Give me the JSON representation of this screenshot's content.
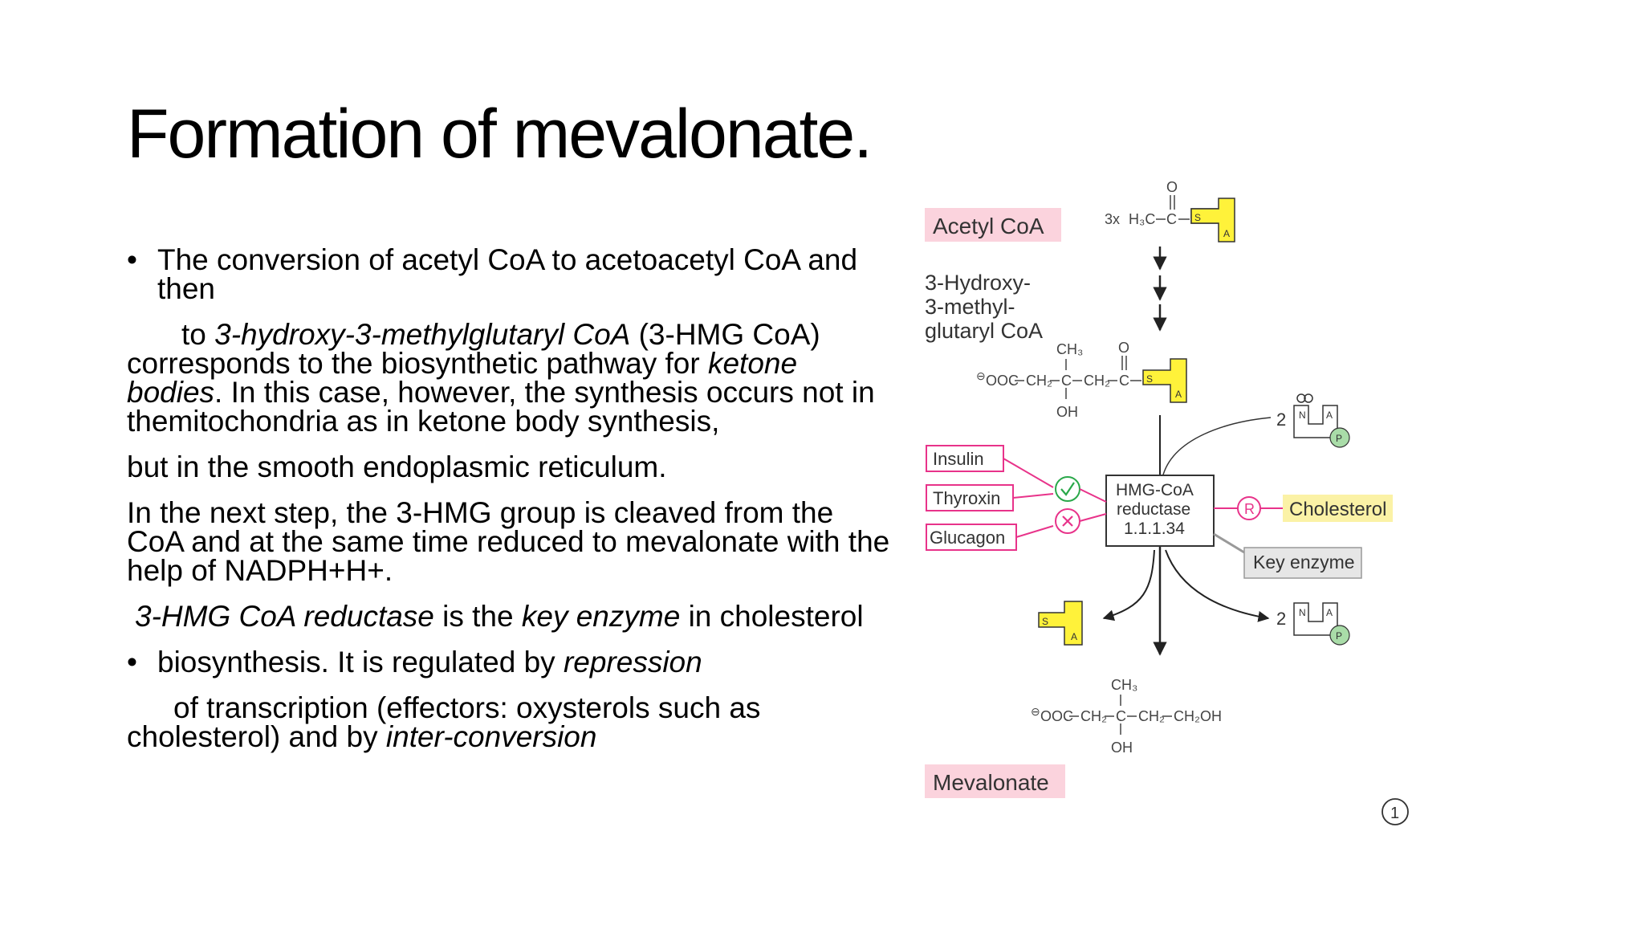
{
  "slide": {
    "title": "Formation of mevalonate."
  },
  "body": {
    "p1_bullet": "•",
    "p1_text": "The conversion of acetyl CoA to acetoacetyl CoA and then",
    "p2_a": "to ",
    "p2_b": "3-hydroxy-3-methylglutaryl CoA",
    "p2_c": " (3-HMG CoA) corresponds to the biosynthetic pathway  for ",
    "p2_d": "ketone bodies",
    "p2_e": ". In this case, however, the synthesis occurs not in themitochondria as in ketone body synthesis,",
    "p3": "but in the smooth endoplasmic reticulum.",
    "p4": "In the next step, the 3-HMG group is cleaved from the CoA and at the same time reduced to mevalonate with the help of NADPH+H+.",
    "p5_a": "3-HMG CoA reductase",
    "p5_b": " is the ",
    "p5_c": "key enzyme",
    "p5_d": " in cholesterol",
    "p6_bullet": "•",
    "p6_a": "biosynthesis. It is regulated by ",
    "p6_b": "repression",
    "p7_a": "of transcription (effectors: oxysterols such as cholesterol) and by ",
    "p7_b": "inter-conversion"
  },
  "diagram": {
    "acetyl_label": "Acetyl CoA",
    "hmg_label_1": "3-Hydroxy-",
    "hmg_label_2": "3-methyl-",
    "hmg_label_3": "glutaryl CoA",
    "mevalonate_label": "Mevalonate",
    "insulin": "Insulin",
    "thyroxin": "Thyroxin",
    "glucagon": "Glucagon",
    "enzyme_1": "HMG-CoA",
    "enzyme_2": "reductase",
    "enzyme_3": "1.1.1.34",
    "cholesterol": "Cholesterol",
    "key_enzyme": "Key enzyme",
    "regulator_r": "R",
    "three_x": "3x",
    "h3c": "H₃C",
    "c": "C",
    "o": "O",
    "ch3": "CH₃",
    "ch2": "CH₂",
    "oh": "OH",
    "ooc": "OOC",
    "ch2oh": "CH₂OH",
    "minus": "⊖",
    "s": "S",
    "a": "A",
    "n": "N",
    "p": "P",
    "two": "2",
    "circle_num": "1",
    "colors": {
      "pink_label": "#fbd3dd",
      "pink_line": "#e8338a",
      "green": "#2aa84a",
      "yellow": "#fff23a",
      "highlight_yellow": "#fbf2a6",
      "gray_box": "#e6e6e6",
      "p_green": "#a9dca8"
    },
    "icons": [
      "check-icon",
      "cross-icon",
      "coa-icon",
      "nadp-icon"
    ]
  }
}
